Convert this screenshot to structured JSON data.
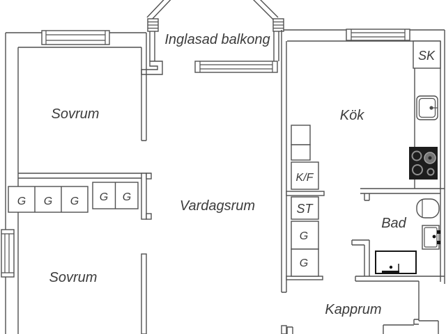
{
  "plan": {
    "background": "#ffffff",
    "colors": {
      "line": "#4f4f4f",
      "text": "#3c3c3c",
      "stove": "#1d1d1d",
      "appliance": "#151515"
    },
    "rooms": {
      "bedroom1": {
        "label": "Sovrum"
      },
      "bedroom2": {
        "label": "Sovrum"
      },
      "balcony": {
        "label": "Inglasad balkong"
      },
      "living": {
        "label": "Vardagsrum"
      },
      "kitchen": {
        "label": "Kök"
      },
      "bathroom": {
        "label": "Bad"
      },
      "hall": {
        "label": "Kapprum"
      }
    },
    "closets": {
      "sk": {
        "label": "SK"
      },
      "kf": {
        "label": "K/F"
      },
      "st": {
        "label": "ST"
      },
      "g_row": [
        "G",
        "G",
        "G",
        "G",
        "G"
      ],
      "g_column": [
        "G",
        "G"
      ]
    },
    "fixtures": [
      "sink",
      "stove",
      "toilet",
      "washbasin",
      "washing-machine"
    ]
  }
}
